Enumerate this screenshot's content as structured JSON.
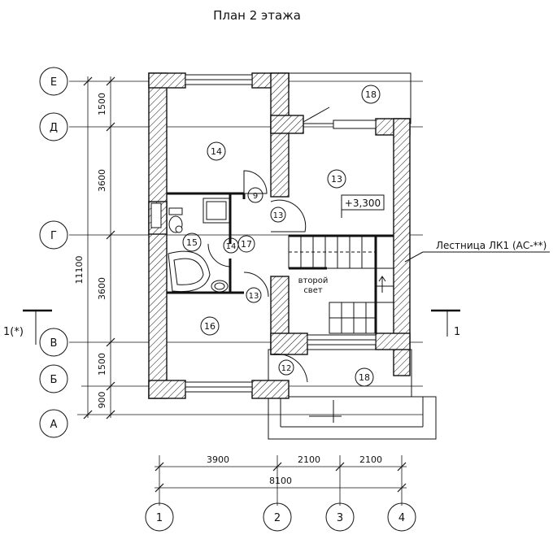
{
  "title": "План 2 этажа",
  "row_axes": [
    "Е",
    "Д",
    "Г",
    "В",
    "Б",
    "А"
  ],
  "col_axes": [
    "1",
    "2",
    "3",
    "4"
  ],
  "vertical_dims": [
    "1500",
    "3600",
    "3600",
    "1500",
    "900"
  ],
  "vertical_total": "11100",
  "horizontal_dims": [
    "3900",
    "2100",
    "2100"
  ],
  "horizontal_total": "8100",
  "rooms": {
    "r18_top": "18",
    "r14": "14",
    "r13": "13",
    "r9": "9",
    "r13_hall": "13",
    "r15": "15",
    "r14_small": "14",
    "r17": "17",
    "r13_low": "13",
    "r16": "16",
    "r12": "12",
    "r18_bottom": "18"
  },
  "level_mark": "+3,300",
  "second_light": [
    "второй",
    "свет"
  ],
  "stair_label": "Лестница ЛК1 (АС-**)",
  "section_left": "1(*)",
  "section_right": "1"
}
